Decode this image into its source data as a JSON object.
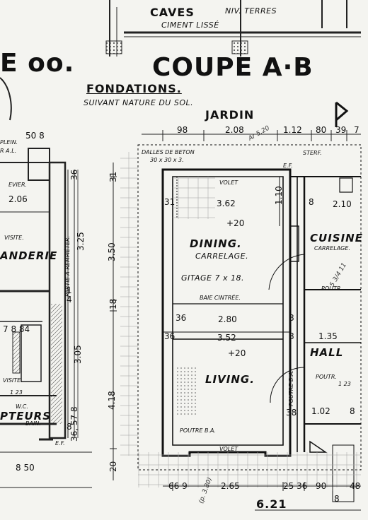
{
  "header": {
    "caves": "CAVES",
    "niv_terres": "NIV. TERRES",
    "ciment_lisse": "CIMENT LISSÉ",
    "title_left": "E oo.",
    "title": "COUPE A·B",
    "fondations": "FONDATIONS.",
    "suivant": "SUIVANT NATURE DU SOL.",
    "jardin": "JARDIN"
  },
  "rooms": {
    "dining": "DINING.",
    "dining_sub": "CARRELAGE.",
    "living": "LIVING.",
    "cuisine": "CUISINE",
    "cuisine_sub": "CARRELAGE.",
    "hall": "HALL",
    "anderie": "ANDERIE",
    "pteurs": "PTEURS"
  },
  "labels": {
    "dalles": "DALLES DE BETON",
    "dalles_size": "30 x 30 x 3.",
    "volet_top": "VOLET",
    "volet_bottom": "VOLET",
    "gitage": "GITAGE 7 x 18.",
    "baie": "BAIE CINTRÉE.",
    "poutre_ba": "POUTRE B.A.",
    "poutre_ba_v": "POUTRE B.A.",
    "poutr1": "POUTR.",
    "poutr2": "POUTR.",
    "sterf": "STERF.",
    "ef": "E.F.",
    "ef2": "E.F.",
    "visite": "VISITE.",
    "visite2": "VISITE.",
    "wc": "W.C.",
    "bain": "BAIN.",
    "partie": "PARTIE A REMPIÉTER.",
    "evier": "EVIER.",
    "plein": "PLEIN.",
    "ral": "R A.L."
  },
  "dims": {
    "d98": "98",
    "d208": "2.08",
    "d112": "1.12",
    "d80": "80",
    "d39": "39",
    "d7": "7",
    "d508": "50 8",
    "d206": "2.06",
    "d36a": "36",
    "d325": "3.25",
    "d31a": "31",
    "d31b": "31",
    "d362": "3.62",
    "d110": "1.10",
    "d8a": "8",
    "d210": "2.10",
    "d20": "+20",
    "d20b": "+20",
    "d350": "3.50",
    "d18": "18",
    "d36b": "36",
    "d280": "2.80",
    "d8b": "8",
    "d36c": "36",
    "d352": "3.52",
    "d8c": "8",
    "d135": "1.35",
    "d784": "7 8  84",
    "d305": "3.05",
    "d123a": "1 23",
    "d123b": "1 23",
    "d418": "4.18",
    "d38": "38",
    "d102": "1.02",
    "d8d": "8",
    "d3657": "36, 57 8",
    "d850": "8 50",
    "d20v": "20",
    "d66": "66 9",
    "d265": "2.65",
    "d25": "25 36",
    "d90": "90",
    "d48": "48",
    "d621": "6.21",
    "d8e": "8",
    "d4": "4",
    "d1": "1",
    "d8f": "8"
  },
  "notes": {
    "n1": "Ar 5.20",
    "n2": "(p. 3.80)",
    "n3": "5 3/4 11"
  }
}
